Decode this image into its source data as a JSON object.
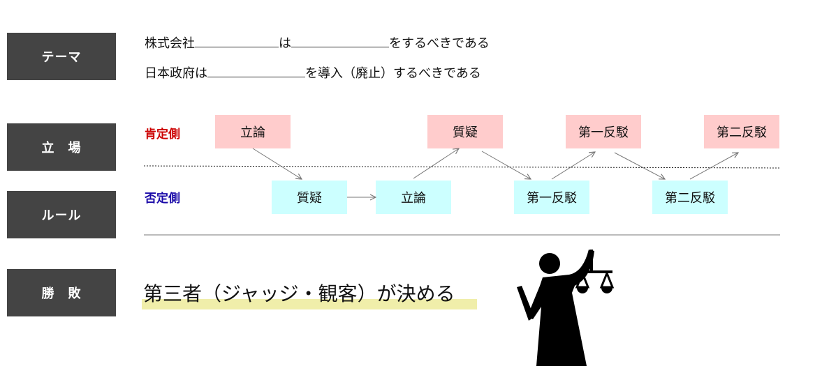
{
  "labels": {
    "theme": "テーマ",
    "stance": "立　場",
    "rules": "ルール",
    "outcome": "勝　敗"
  },
  "theme": {
    "line1": {
      "a": "株式会社",
      "b": "は",
      "c": "をするべきである"
    },
    "line2": {
      "a": "日本政府は",
      "b": "を導入（廃止）するべきである"
    }
  },
  "sides": {
    "affirmative": "肯定側",
    "negative": "否定側",
    "affirmative_color": "#cc0000",
    "negative_color": "#1a0aa8"
  },
  "affirmative_steps": [
    "立論",
    "質疑",
    "第一反駁",
    "第二反駁"
  ],
  "negative_steps": [
    "質疑",
    "立論",
    "第一反駁",
    "第二反駁"
  ],
  "outcome_text": "第三者（ジャッジ・観客）が決める",
  "icon": "lady-justice-icon"
}
